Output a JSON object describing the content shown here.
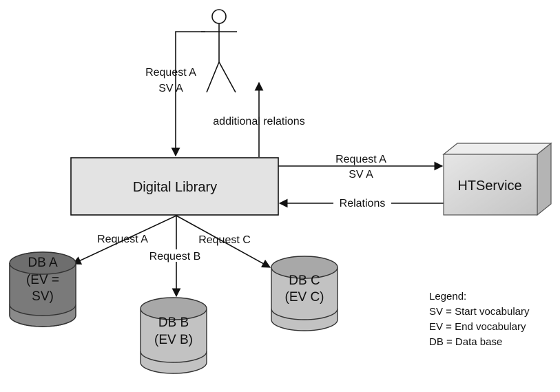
{
  "labels": {
    "request_a_line1": "Request A",
    "request_a_line2": "SV A",
    "additional_relations": "additional relations",
    "digital_library": "Digital Library",
    "ht_request_line1": "Request A",
    "ht_request_line2": "SV A",
    "relations": "Relations",
    "htservice": "HTService",
    "req_db_a": "Request A",
    "req_db_b": "Request B",
    "req_db_c": "Request C"
  },
  "databases": {
    "db_a": {
      "line1": "DB A",
      "line2": "(EV =",
      "line3": "SV)"
    },
    "db_b": {
      "line1": "DB B",
      "line2": "(EV B)"
    },
    "db_c": {
      "line1": "DB C",
      "line2": "(EV C)"
    }
  },
  "legend": {
    "title": "Legend:",
    "items": [
      "SV = Start vocabulary",
      "EV = End vocabulary",
      "DB = Data base"
    ]
  },
  "colors": {
    "library_box": "#e3e3e3",
    "db_a_body": "#8a8a8a",
    "db_a_top": "#6e6e6e",
    "db_b_body": "#c2c2c2",
    "db_b_top": "#a8a8a8",
    "db_c_body": "#c2c2c2",
    "db_c_top": "#a8a8a8",
    "htservice_front": "#d2d2d2"
  }
}
